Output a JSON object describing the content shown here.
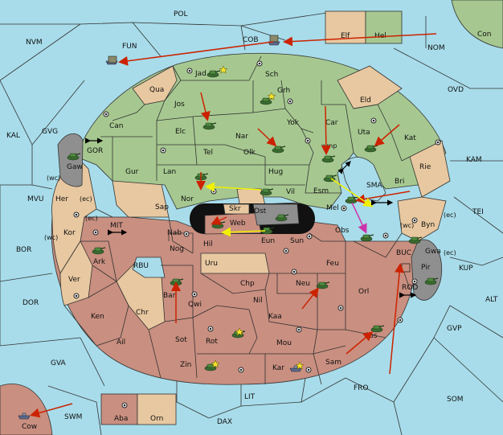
{
  "colors": {
    "sea": "#a8dcea",
    "green": "#a6c890",
    "brown": "#c98f80",
    "tan": "#e8c8a0",
    "gray": "#8f8f8f",
    "order_red": "#cc2200",
    "order_yellow": "#f0f000",
    "order_magenta": "#cc33aa"
  },
  "sea_labels": {
    "pol": "POL",
    "nvm": "NVM",
    "fun": "FUN",
    "cob": "COB",
    "nom": "NOM",
    "ovd": "OVD",
    "kal": "KAL",
    "gvg": "GVG",
    "gor": "GOR",
    "kam": "KAM",
    "mvu": "MVU",
    "sma": "SMA",
    "tei": "TEI",
    "mit": "MIT",
    "bor": "BOR",
    "rbu": "RBU",
    "buc": "BUC",
    "kup": "KUP",
    "dor": "DOR",
    "rod": "ROD",
    "alt": "ALT",
    "gvp": "GVP",
    "gva": "GVA",
    "fro": "FRO",
    "som": "SOM",
    "lit": "LIT",
    "swm": "SWM",
    "dax": "DAX"
  },
  "land_labels": {
    "con": "Con",
    "elf": "Elf",
    "hel": "Hel",
    "jad": "Jad",
    "sch": "Sch",
    "qua": "Qua",
    "jos": "Jos",
    "grh": "Grh",
    "eld": "Eld",
    "can": "Can",
    "elc": "Elc",
    "nar": "Nar",
    "yok": "Yok",
    "car": "Car",
    "uta": "Uta",
    "kat": "Kat",
    "tel": "Tel",
    "olk": "Olk",
    "wmp": "wmp",
    "gaw": "Gaw",
    "gur": "Gur",
    "lan": "Lan",
    "hug": "Hug",
    "rie": "Rie",
    "bri": "Bri",
    "esm": "Esm",
    "her": "Her",
    "nor": "Nor",
    "vil": "Vil",
    "sap": "Sap",
    "skr": "Skr",
    "ost": "Ost",
    "mel": "Mel",
    "byn": "Byn",
    "kor": "Kor",
    "web": "Web",
    "nab": "Nab",
    "obs": "Obs",
    "gwa": "Gwa",
    "eun": "Eun",
    "hil": "Hil",
    "sun": "Sun",
    "ark": "Ark",
    "nog": "Nog",
    "uru": "Uru",
    "feu": "Feu",
    "pir": "Pir",
    "ver": "Ver",
    "chp": "Chp",
    "neu": "Neu",
    "orl": "Orl",
    "bar": "Bar",
    "qwi": "Qwi",
    "nil": "Nil",
    "chr": "Chr",
    "ken": "Ken",
    "kaa": "Kaa",
    "sot": "Sot",
    "rot": "Rot",
    "ail": "Ail",
    "mou": "Mou",
    "cos": "Cos",
    "zin": "Zin",
    "kar": "Kar",
    "sam": "Sam",
    "aba": "Aba",
    "orn": "Orn",
    "cow": "Cow"
  },
  "coast_tags": {
    "wc1": "(wc)",
    "ec1": "(ec)",
    "ec2": "(ec)",
    "wc2": "(wc)",
    "wc3": "(wc)",
    "ec3": "(ec)",
    "ec4": "(ec)"
  }
}
